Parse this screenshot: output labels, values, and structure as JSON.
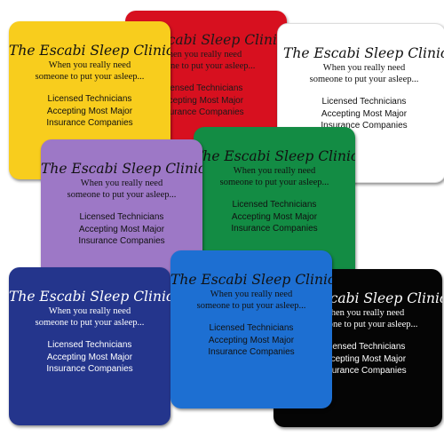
{
  "coaster_text": {
    "title": "The Escabi Sleep Clinic",
    "tagline_line1": "When you really need",
    "tagline_line2": "someone to put your asleep...",
    "detail_line1": "Licensed Technicians",
    "detail_line2": "Accepting Most Major",
    "detail_line3": "Insurance Companies"
  },
  "coaster_colors": {
    "yellow": "#f8cd1d",
    "red": "#d7101f",
    "white": "#ffffff",
    "purple": "#9d78c6",
    "green": "#138c44",
    "navy": "#24358c",
    "blue": "#1d6fd2",
    "black": "#050505"
  }
}
